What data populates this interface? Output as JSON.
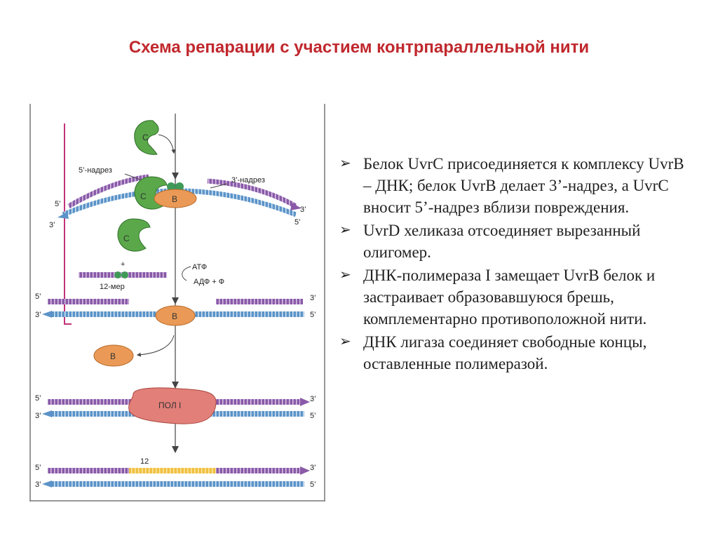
{
  "title": "Схема  репарации с участием контрпараллельной нити",
  "diagram": {
    "labels": {
      "five_prime_nick": "5’-надрез",
      "three_prime_nick": "3’-надрез",
      "p5": "5’",
      "p3": "3’",
      "plus": "+",
      "twelve_mer": "12-мер",
      "atp": "АТФ",
      "adp": "АДФ + Ф",
      "twelve": "12"
    },
    "proteins": {
      "uvrc": "C",
      "uvrb": "B",
      "pol": "ПОЛ I"
    },
    "colors": {
      "purple_strand": "#8a5aa8",
      "blue_strand": "#5b93c8",
      "uvrc_green": "#5aa84a",
      "uvrb_orange": "#ea9a56",
      "pol_red": "#e27f79",
      "new_dna_yellow": "#f0c040",
      "frame_line": "#777777"
    }
  },
  "bullets": [
    "Белок UvrC присоединяется к комплексу UvrB – ДНК; белок UvrB делает 3’-надрез, а UvrC вносит 5’-надрез вблизи повреждения.",
    "UvrD хеликаза отсоединяет вырезанный олигомер.",
    "ДНК-полимераза I замещает UvrB белок и застраивает образовавшуюся брешь, комплементарно противоположной нити.",
    "ДНК лигаза соединяет свободные концы, оставленные полимеразой."
  ],
  "bullet_marker": "➢"
}
